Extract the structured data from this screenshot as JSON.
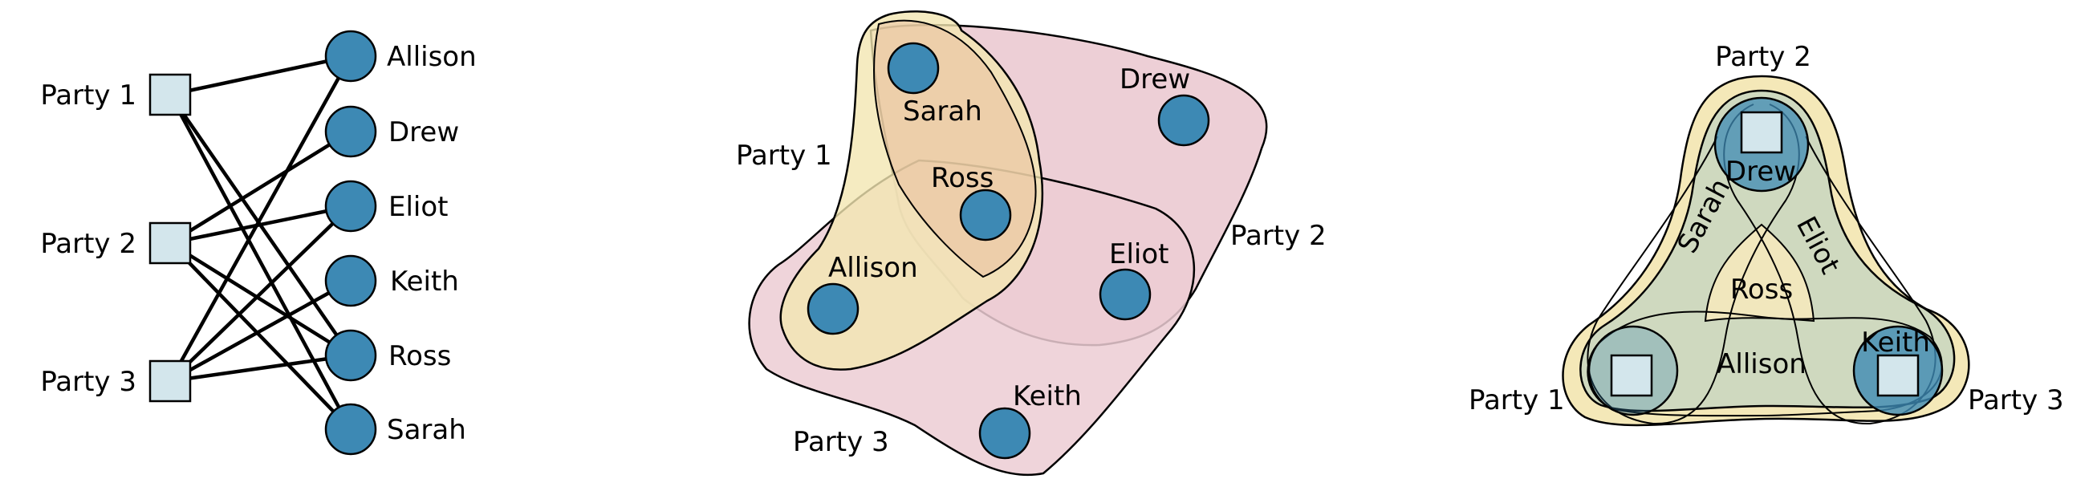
{
  "panel_bipartite": {
    "parties": [
      "Party 1",
      "Party 2",
      "Party 3"
    ],
    "people": [
      "Allison",
      "Drew",
      "Eliot",
      "Keith",
      "Ross",
      "Sarah"
    ]
  },
  "panel_hypergraph": {
    "people": [
      "Sarah",
      "Drew",
      "Ross",
      "Allison",
      "Eliot",
      "Keith"
    ],
    "parties": [
      "Party 1",
      "Party 2",
      "Party 3"
    ]
  },
  "panel_dual": {
    "parties": [
      "Party 2",
      "Party 1",
      "Party 3"
    ],
    "people": [
      "Drew",
      "Sarah",
      "Eliot",
      "Ross",
      "Allison",
      "Keith"
    ]
  },
  "colors": {
    "node": "#3d89b4",
    "party_square": "#d3e6ec",
    "party1_fill": "#f4eabf",
    "party2_fill": "#e8c0cb",
    "party3_fill": "#f3e7b6",
    "pink": "#e9c2cc"
  }
}
